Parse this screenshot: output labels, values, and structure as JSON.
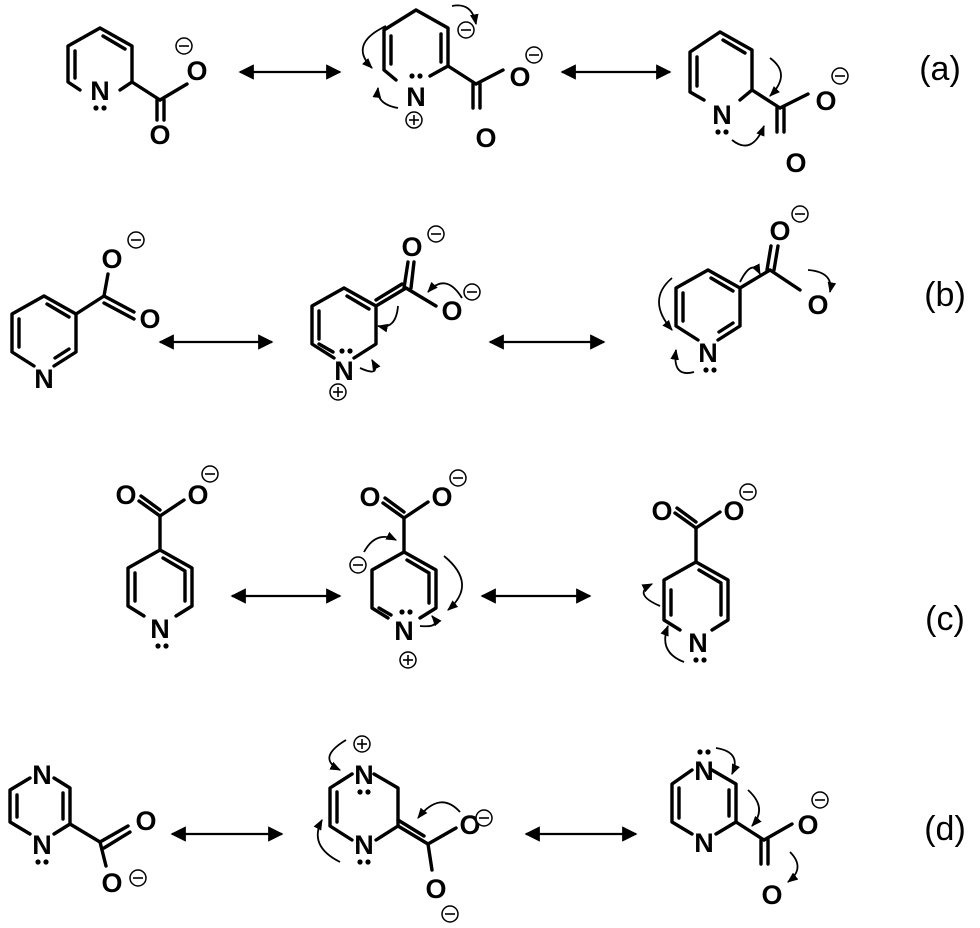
{
  "figure": {
    "row_labels": [
      "(a)",
      "(b)",
      "(c)",
      "(d)"
    ],
    "atoms": {
      "nitrogen": "N",
      "oxygen": "O"
    },
    "charge_symbols": {
      "negative": "minus-in-circle",
      "positive": "plus-in-circle"
    },
    "rows": [
      {
        "label": "(a)",
        "compound": "picolinate (2-carboxylate)",
        "resonance_forms": 3
      },
      {
        "label": "(b)",
        "compound": "nicotinate (3-carboxylate)",
        "resonance_forms": 3
      },
      {
        "label": "(c)",
        "compound": "isonicotinate (4-carboxylate)",
        "resonance_forms": 3
      },
      {
        "label": "(d)",
        "compound": "pyrazine-2-carboxylate",
        "resonance_forms": 3
      }
    ],
    "arrow_type": "double-headed resonance arrow",
    "colors": {
      "ink": "#000000",
      "background": "#ffffff"
    }
  }
}
